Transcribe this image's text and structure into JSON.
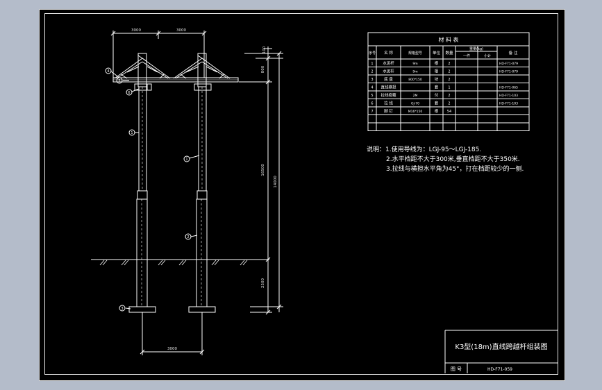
{
  "drawing": {
    "title": "K3型(18m)直线跨越杆组装图",
    "drawing_no_label": "图  号",
    "drawing_no": "HD-F71-059",
    "colors": {
      "background": "#b4bcca",
      "sheet": "#000000",
      "line": "#ffffff",
      "dim": "#e6e6e6"
    }
  },
  "dimensions": {
    "top_left": "3000",
    "top_right": "3000",
    "bottom": "3000",
    "height_main": "14000",
    "height_above": "16500",
    "depth": "2500",
    "top_off": "100",
    "arm": "800"
  },
  "callouts": [
    "4",
    "5",
    "6",
    "1",
    "1",
    "2",
    "3"
  ],
  "material_table": {
    "title": "材  料  表",
    "headers": {
      "seq": "序号",
      "name": "名 称",
      "spec": "规格型号",
      "unit": "单位",
      "qty": "数量",
      "weight": "重量(kg)",
      "weight_single": "一件",
      "weight_total": "小计",
      "remark": "备  注"
    },
    "rows": [
      {
        "seq": "1",
        "name": "水泥杆",
        "spec": "9m",
        "unit": "根",
        "qty": "2",
        "remark": "HD-F71-079"
      },
      {
        "seq": "2",
        "name": "水泥杆",
        "spec": "9m",
        "unit": "根",
        "qty": "2",
        "remark": "HD-F71-079"
      },
      {
        "seq": "3",
        "name": "底 盘",
        "spec": "800*150",
        "unit": "块",
        "qty": "2",
        "remark": ""
      },
      {
        "seq": "4",
        "name": "直线横担",
        "spec": "",
        "unit": "套",
        "qty": "1",
        "remark": "HD-F71-065"
      },
      {
        "seq": "5",
        "name": "拉线抱箍",
        "spec": "2M",
        "unit": "付",
        "qty": "2",
        "remark": "HD-F71-103"
      },
      {
        "seq": "6",
        "name": "拉 线",
        "spec": "GJ-70",
        "unit": "套",
        "qty": "2",
        "remark": "HD-F71-103"
      },
      {
        "seq": "7",
        "name": "脚 钉",
        "spec": "M16*150",
        "unit": "根",
        "qty": "54",
        "remark": ""
      }
    ]
  },
  "notes": [
    "说明：1.使用导线为：LGJ-95～LGJ-185.",
    "2.水平档距不大于300米,垂直档距不大于350米.",
    "3.拉线与横担水平角为45°，打在档距较少的一侧."
  ]
}
